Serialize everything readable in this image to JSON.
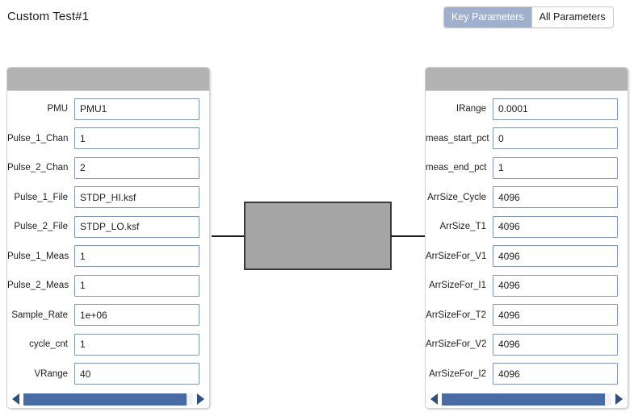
{
  "header": {
    "title": "Custom Test#1",
    "toggle": {
      "options": [
        {
          "label": "Key Parameters",
          "selected": true
        },
        {
          "label": "All Parameters",
          "selected": false
        }
      ]
    }
  },
  "left_panel": {
    "rows": [
      {
        "label": "PMU",
        "value": "PMU1"
      },
      {
        "label": "Pulse_1_Chan",
        "value": "1"
      },
      {
        "label": "Pulse_2_Chan",
        "value": "2"
      },
      {
        "label": "Pulse_1_File",
        "value": "STDP_HI.ksf"
      },
      {
        "label": "Pulse_2_File",
        "value": "STDP_LO.ksf"
      },
      {
        "label": "Pulse_1_Meas",
        "value": "1"
      },
      {
        "label": "Pulse_2_Meas",
        "value": "1"
      },
      {
        "label": "Sample_Rate",
        "value": "1e+06"
      },
      {
        "label": "cycle_cnt",
        "value": "1"
      },
      {
        "label": "VRange",
        "value": "40"
      }
    ],
    "scrollbar": {
      "left_arrow_icon": "triangle-left-icon",
      "right_arrow_icon": "triangle-right-icon"
    }
  },
  "right_panel": {
    "rows": [
      {
        "label": "IRange",
        "value": "0.0001"
      },
      {
        "label": "meas_start_pct",
        "value": "0"
      },
      {
        "label": "meas_end_pct",
        "value": "1"
      },
      {
        "label": "ArrSize_Cycle",
        "value": "4096"
      },
      {
        "label": "ArrSize_T1",
        "value": "4096"
      },
      {
        "label": "ArrSizeFor_V1",
        "value": "4096"
      },
      {
        "label": "ArrSizeFor_I1",
        "value": "4096"
      },
      {
        "label": "ArrSizeFor_T2",
        "value": "4096"
      },
      {
        "label": "ArrSizeFor_V2",
        "value": "4096"
      },
      {
        "label": "ArrSizeFor_I2",
        "value": "4096"
      }
    ],
    "scrollbar": {
      "left_arrow_icon": "triangle-left-icon",
      "right_arrow_icon": "triangle-right-icon"
    }
  },
  "diagram": {
    "block_label": "",
    "block_color": "#a5a5a5",
    "border_color": "#3a3a3a"
  },
  "colors": {
    "accent": "#4a6ca4",
    "selected_toggle": "#9fb0ce",
    "panel_header": "#b3b3b3",
    "input_border": "#7f96b5"
  }
}
